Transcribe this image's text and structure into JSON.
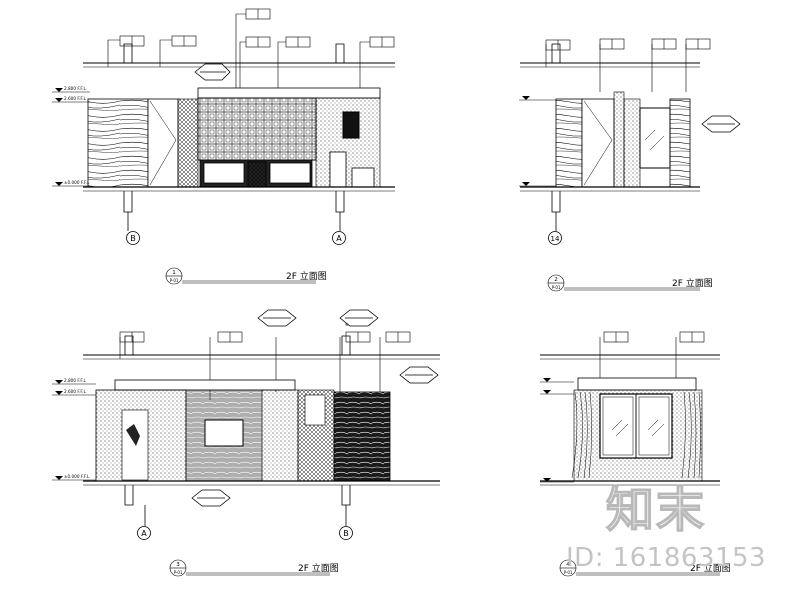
{
  "colors": {
    "ink": "#000000",
    "paper": "#ffffff",
    "watermark": "#c0c0c0"
  },
  "axis_markers": {
    "tl_left": "B",
    "tl_right": "A",
    "tr_left": "14",
    "bl_left": "A",
    "bl_right": "B"
  },
  "view_titles": {
    "tl": "2F 立面图",
    "tr": "2F 立面图",
    "bl": "2F 立面图",
    "br": "2F 立面图"
  },
  "view_numbers": {
    "tl": "1",
    "tr": "2",
    "bl": "3",
    "br": "4"
  },
  "sheet_refs": {
    "tl": "P-01",
    "tr": "P-01",
    "bl": "P-01",
    "br": "P-01"
  },
  "level_marks": {
    "ceiling": "2.800 F.F.L",
    "head": "2.600 F.F.L",
    "floor": "±0.000 F.F.L"
  },
  "watermark": {
    "logo": "知末",
    "id": "ID: 161863153"
  }
}
